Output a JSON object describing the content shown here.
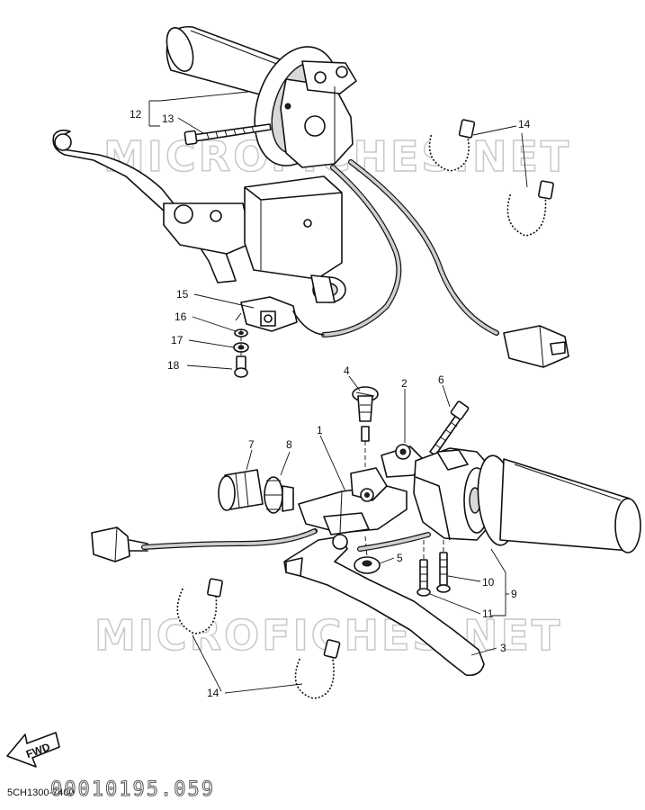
{
  "watermarks": [
    "MICROFICHES.NET",
    "MICROFICHES.NET"
  ],
  "callouts": {
    "c1": "1",
    "c2": "2",
    "c3": "3",
    "c4": "4",
    "c5": "5",
    "c6": "6",
    "c7": "7",
    "c8": "8",
    "c9": "9",
    "c10": "10",
    "c11": "11",
    "c12": "12",
    "c13": "13",
    "c14_top": "14",
    "c14_bottom": "14",
    "c15": "15",
    "c16": "16",
    "c17": "17",
    "c18": "18"
  },
  "direction_label": "FWD",
  "diagram_code": "5CH1300-7400",
  "serial_number": "00010195.059"
}
